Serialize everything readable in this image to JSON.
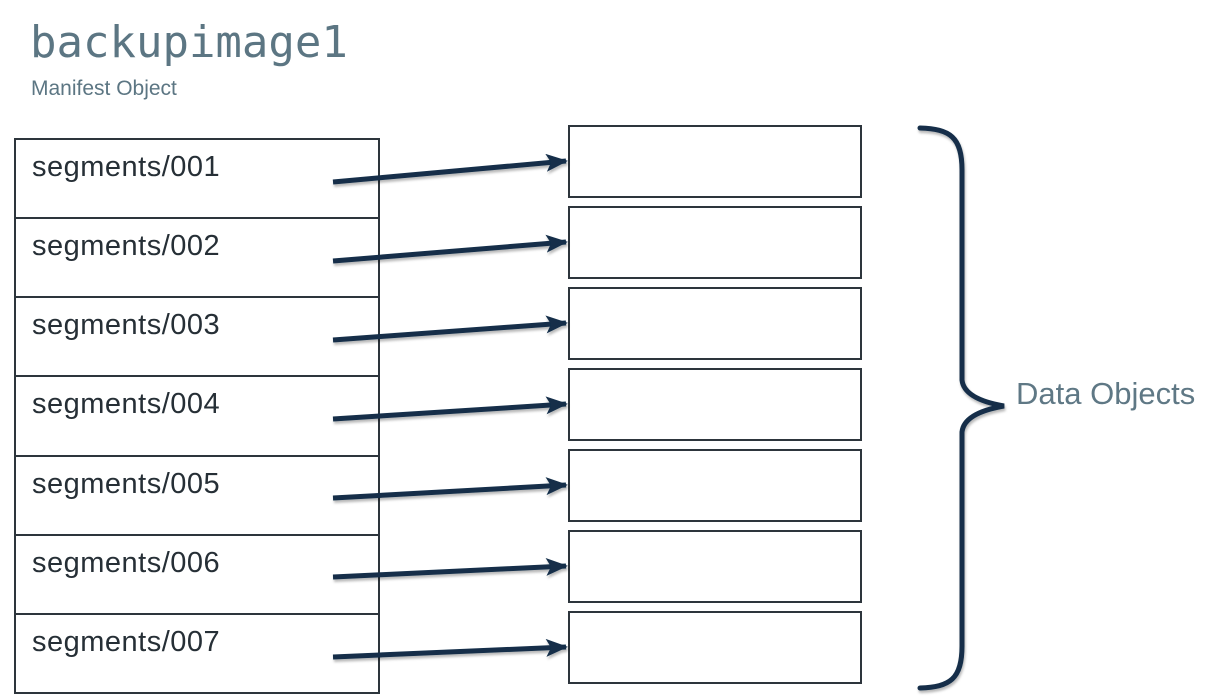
{
  "title": "backupimage1",
  "subtitle": "Manifest Object",
  "manifest": {
    "segments": [
      "segments/001",
      "segments/002",
      "segments/003",
      "segments/004",
      "segments/005",
      "segments/006",
      "segments/007"
    ]
  },
  "data_objects": {
    "label": "Data Objects",
    "box_count": 7
  },
  "colors": {
    "heading_text": "#5c7683",
    "label_text": "#5f7885",
    "segment_text": "#262f36",
    "arrow_and_brace": "#122f4a",
    "box_border": "#2d353c"
  }
}
